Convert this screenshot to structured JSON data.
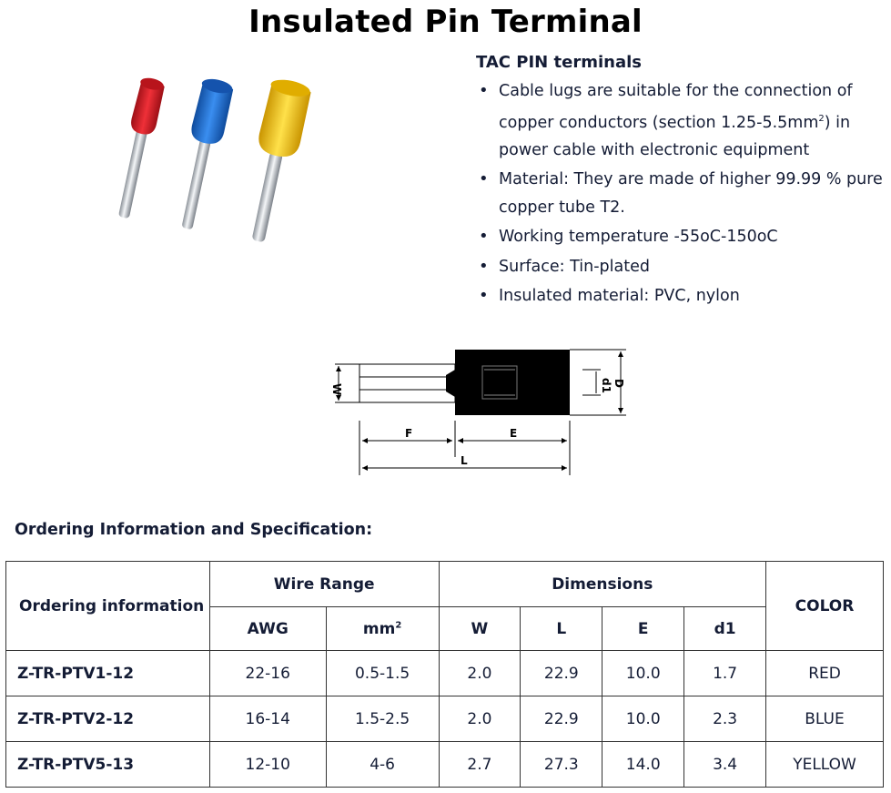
{
  "page": {
    "title": "Insulated Pin Terminal"
  },
  "spec": {
    "heading": "TAC PIN terminals",
    "bullets": [
      {
        "text_before": "Cable lugs are suitable for the connection of copper conductors (section 1.25-5.5mm",
        "sup": "2",
        "text_after": ") in power cable with electronic equipment"
      },
      {
        "text": "Material: They are made of higher 99.99 % pure copper tube T2."
      },
      {
        "text": "Working temperature -55oC-150oC"
      },
      {
        "text": "Surface: Tin-plated"
      },
      {
        "text": "Insulated material: PVC, nylon"
      }
    ]
  },
  "drawing": {
    "labels": {
      "w": "W",
      "d1": "d1",
      "d": "D",
      "f": "F",
      "e": "E",
      "l": "L"
    }
  },
  "ordering": {
    "heading": "Ordering Information and Specification:",
    "headers": {
      "ordering_info": "Ordering information",
      "wire_range": "Wire Range",
      "dimensions": "Dimensions",
      "color": "COLOR",
      "awg": "AWG",
      "mm": "mm",
      "mm_sup": "2",
      "w": "W",
      "l": "L",
      "e": "E",
      "d1": "d1"
    },
    "rows": [
      {
        "code": "Z-TR-PTV1-12",
        "awg": "22-16",
        "mm2": "0.5-1.5",
        "w": "2.0",
        "l": "22.9",
        "e": "10.0",
        "d1": "1.7",
        "color": "RED"
      },
      {
        "code": "Z-TR-PTV2-12",
        "awg": "16-14",
        "mm2": "1.5-2.5",
        "w": "2.0",
        "l": "22.9",
        "e": "10.0",
        "d1": "2.3",
        "color": "BLUE"
      },
      {
        "code": "Z-TR-PTV5-13",
        "awg": "12-10",
        "mm2": "4-6",
        "w": "2.7",
        "l": "27.3",
        "e": "14.0",
        "d1": "3.4",
        "color": "YELLOW"
      }
    ]
  },
  "colors": {
    "red": "#d8222a",
    "blue": "#1f6fd0",
    "yellow": "#f2c200",
    "text_dark": "#141c35"
  }
}
